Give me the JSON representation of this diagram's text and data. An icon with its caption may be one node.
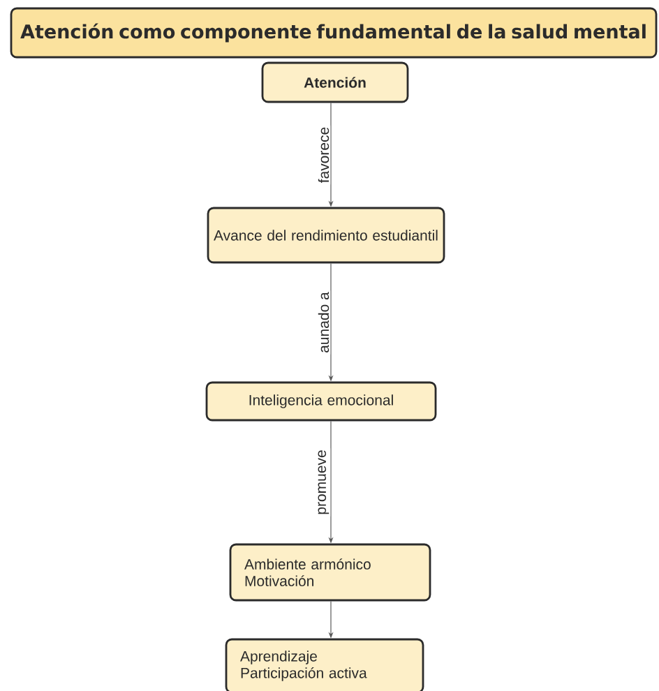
{
  "diagram": {
    "nodes": [
      {
        "text": [
          "Atención como componente fundamental de la salud mental"
        ]
      },
      {
        "text": [
          "Atención"
        ]
      },
      {
        "text": [
          "Avance del rendimiento estudiantil"
        ]
      },
      {
        "text": [
          "Inteligencia emocional"
        ]
      },
      {
        "text": [
          "Ambiente armónico",
          "Motivación"
        ]
      },
      {
        "text": [
          "Aprendizaje",
          "Participación activa"
        ]
      }
    ],
    "edges": [
      {
        "from": 1,
        "to": 2,
        "arrow": "to",
        "label": "favorece"
      },
      {
        "from": 2,
        "to": 3,
        "arrow": "to",
        "label": "aunado a"
      },
      {
        "from": 3,
        "to": 4,
        "arrow": "to",
        "label": "promueve"
      },
      {
        "from": 4,
        "to": 5,
        "arrow": "to"
      }
    ]
  }
}
